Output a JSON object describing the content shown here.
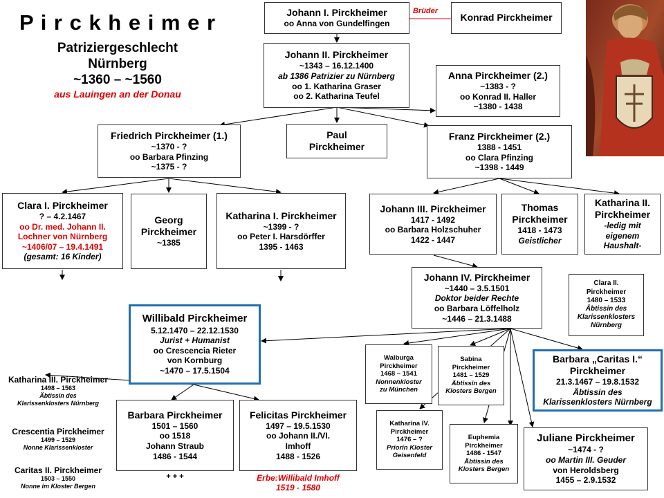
{
  "title": {
    "name": "P i r c k h e i m e r",
    "line1": "Patriziergeschlecht",
    "line2": "Nürnberg",
    "years": "~1360 – ~1560",
    "origin": "aus Lauingen an der Donau"
  },
  "relation_label": "Brüder",
  "persons": {
    "johann1": {
      "name": "Johann I. Pirckheimer",
      "lines": [
        "oo Anna von Gundelfingen"
      ]
    },
    "konrad": {
      "name": "Konrad Pirckheimer",
      "lines": []
    },
    "johann2": {
      "name": "Johann II. Pirckheimer",
      "lines": [
        "~1343 – 16.12.1400",
        "ab 1386 Patrizier zu Nürnberg",
        "oo 1. Katharina Graser",
        "oo 2. Katharina Teufel"
      ]
    },
    "anna": {
      "name": "Anna Pirckheimer (2.)",
      "lines": [
        "~1383 - ?",
        "oo Konrad II. Haller",
        "~1380 - 1438"
      ]
    },
    "friedrich": {
      "name": "Friedrich Pirckheimer (1.)",
      "lines": [
        "~1370 - ?",
        "oo Barbara Pfinzing",
        "~1375 - ?"
      ]
    },
    "paul": {
      "name": "Paul\nPirckheimer",
      "lines": []
    },
    "franz": {
      "name": "Franz Pirckheimer (2.)",
      "lines": [
        "1388 - 1451",
        "oo Clara Pfinzing",
        "~1398 - 1449"
      ]
    },
    "clara1": {
      "name": "Clara I. Pirckheimer",
      "lines": [
        "? – 4.2.1467",
        "oo Dr. med. Johann II.",
        "Lochner von Nürnberg",
        "~1406/07 – 19.4.1491",
        "(gesamt:  16 Kinder)"
      ]
    },
    "georg": {
      "name": "Georg\nPirckheimer",
      "lines": [
        "~1385"
      ]
    },
    "katharina1": {
      "name": "Katharina I. Pirckheimer",
      "lines": [
        "~1399 - ?",
        "oo Peter I. Harsdörffer",
        "1395 - 1463"
      ]
    },
    "johann3": {
      "name": "Johann III.  Pirckheimer",
      "lines": [
        "1417 - 1492",
        "oo Barbara Holzschuher",
        "1422 - 1447"
      ]
    },
    "thomas": {
      "name": "Thomas\nPirckheimer",
      "lines": [
        "1418 - 1473",
        "Geistlicher"
      ]
    },
    "katharina2": {
      "name": "Katharina II.\nPirckheimer",
      "lines": [
        "-ledig mit",
        "eigenem",
        "Haushalt-"
      ]
    },
    "johann4": {
      "name": "Johann IV. Pirckheimer",
      "lines": [
        "~1440 – 3.5.1501",
        "Doktor beider Rechte",
        "oo Barbara Löffelholz",
        "~1446 – 21.3.1488"
      ]
    },
    "clara2": {
      "name": "Clara II.\nPirckheimer",
      "lines": [
        "1480 – 1533",
        "Äbtissin des",
        "Klarissenklosters",
        "Nürnberg"
      ]
    },
    "willibald": {
      "name": "Willibald Pirckheimer",
      "lines": [
        "5.12.1470 – 22.12.1530",
        "Jurist  + Humanist",
        "oo Crescencia Rieter",
        "von Kornburg",
        "~1470 – 17.5.1504"
      ]
    },
    "walburga": {
      "name": "Walburga\nPirckheimer",
      "lines": [
        "1468 – 1541",
        "Nonnenkloster",
        "zu München"
      ]
    },
    "sabina": {
      "name": "Sabina\nPirckheimer",
      "lines": [
        "1481 – 1529",
        "Äbtissin des",
        "Klosters Bergen"
      ]
    },
    "barbara_caritas": {
      "name": "Barbara „Caritas I.“\nPirckheimer",
      "lines": [
        "21.3.1467 – 19.8.1532",
        "Äbtissin  des",
        "Klarissenklosters  Nürnberg"
      ]
    },
    "barbara_p": {
      "name": "Barbara Pirckheimer",
      "lines": [
        "1501 – 1560",
        "oo 1518",
        "Johann  Straub",
        "1486 - 1544"
      ]
    },
    "felicitas": {
      "name": "Felicitas Pirckheimer",
      "lines": [
        "1497 – 19.5.1530",
        "oo Johann II./VI.",
        "Imhoff",
        "1488 - 1526"
      ]
    },
    "katharina4": {
      "name": "Katharina IV.\nPirckheimer",
      "lines": [
        "1476 – ?",
        "Priorin Kloster",
        "Geisenfeld"
      ]
    },
    "euphemia": {
      "name": "Euphemia\nPirckheimer",
      "lines": [
        "1486 - 1547",
        "Äbtissin des",
        "Klosters Bergen"
      ]
    },
    "juliane": {
      "name": "Juliane Pirckheimer",
      "lines": [
        "~1474 - ?",
        "oo Martin III. Geuder",
        "von Heroldsberg",
        "1455 – 2.9.1532"
      ]
    }
  },
  "willibald_children": [
    {
      "name": "Katharina III. Pirckheimer",
      "dates": "1498 – 1563",
      "note": "Äbtissin des\nKlarissenklosters Nürnberg"
    },
    {
      "name": "Crescentia Pirckheimer",
      "dates": "1499 – 1529",
      "note": "Nonne Klarissenkloster"
    },
    {
      "name": "Caritas II. Pirckheimer",
      "dates": "1503 – 1550",
      "note": "Nonne im Kloster Bergen"
    }
  ],
  "barbara_descendants": "+ + +",
  "felicitas_heir": {
    "line1": "Erbe:Willibald Imhoff",
    "line2": "1519 - 1580"
  },
  "portrait_icon": "coat-of-arms-portrait",
  "colors": {
    "accent_red": "#e00000",
    "highlight_border": "#1f6fb0"
  }
}
